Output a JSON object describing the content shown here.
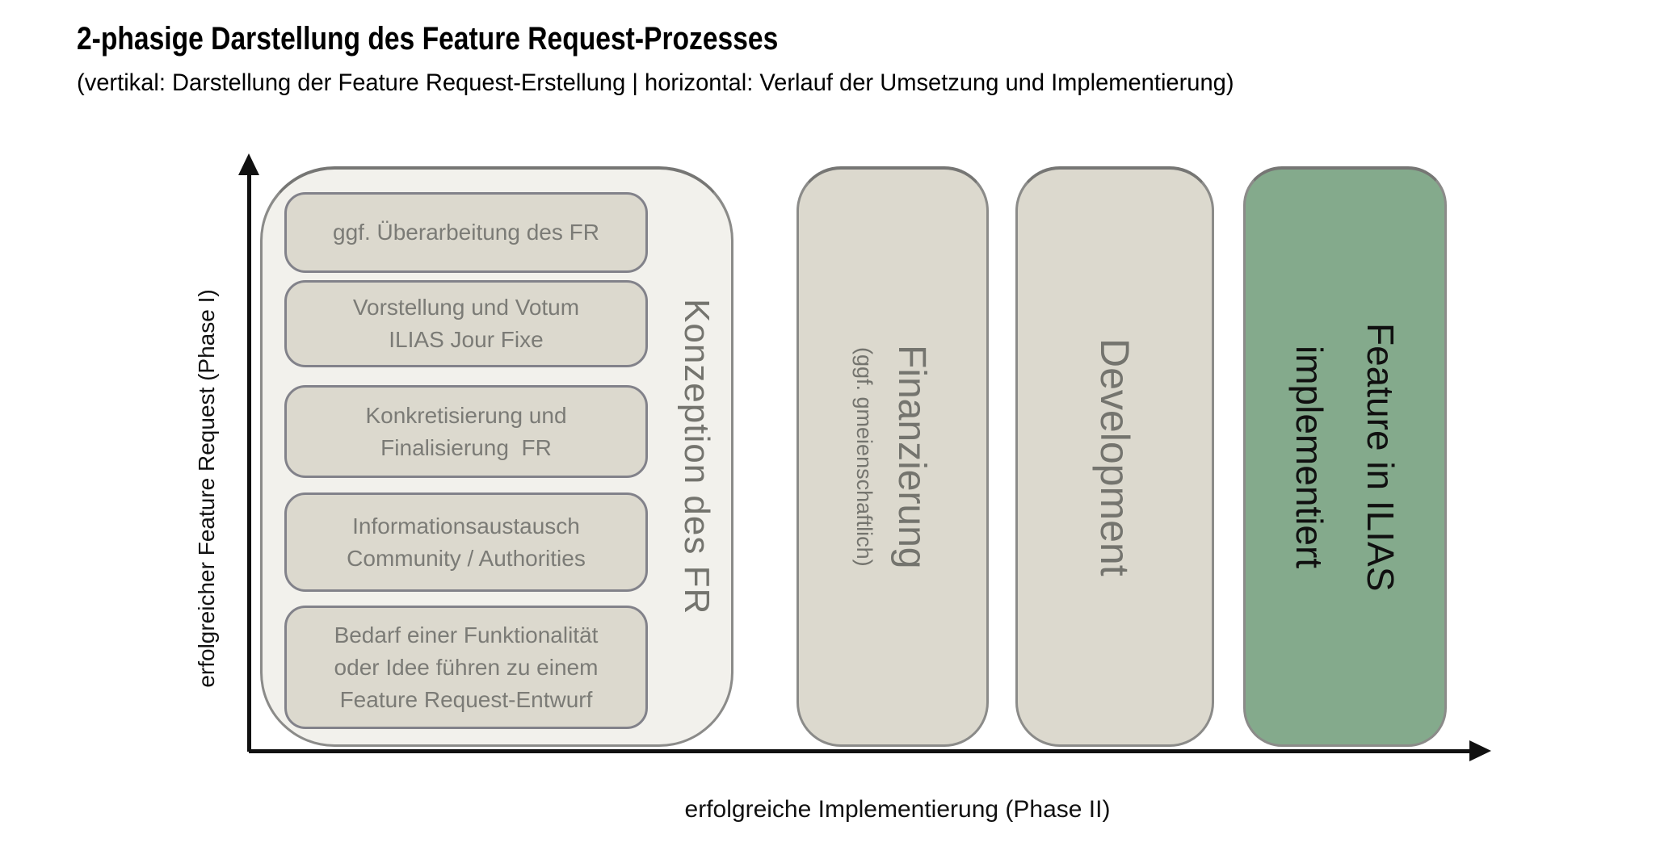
{
  "header": {
    "title": "2-phasige Darstellung des Feature Request-Prozesses",
    "subtitle": "(vertikal: Darstellung der Feature Request-Erstellung | horizontal: Verlauf der Umsetzung und Implementierung)"
  },
  "axes": {
    "y_label": "erfolgreicher Feature Request (Phase I)",
    "x_label": "erfolgreiche Implementierung (Phase II)"
  },
  "phase1": {
    "group_label": "Konzeption des FR",
    "steps": [
      {
        "label": "ggf. Überarbeitung des FR"
      },
      {
        "label": "Vorstellung und Votum\nILIAS Jour Fixe"
      },
      {
        "label": "Konkretisierung und\nFinalisierung  FR"
      },
      {
        "label": "Informationsaustausch\nCommunity / Authorities"
      },
      {
        "label": "Bedarf einer Funktionalität\noder Idee führen zu einem\nFeature Request-Entwurf"
      }
    ]
  },
  "phase2": {
    "columns": [
      {
        "title": "Finanzierung",
        "subtitle": "(ggf. gmeienschaftlich)"
      },
      {
        "title": "Development"
      },
      {
        "title": "Feature in ILIAS\nimplementiert"
      }
    ]
  },
  "colors": {
    "accent_green": "#84aa8c",
    "box_fill": "#dcd9ce",
    "group_fill": "#f2f1ec",
    "border_gray": "#8b8b89",
    "muted_text": "#74746e",
    "axis_black": "#111111"
  }
}
